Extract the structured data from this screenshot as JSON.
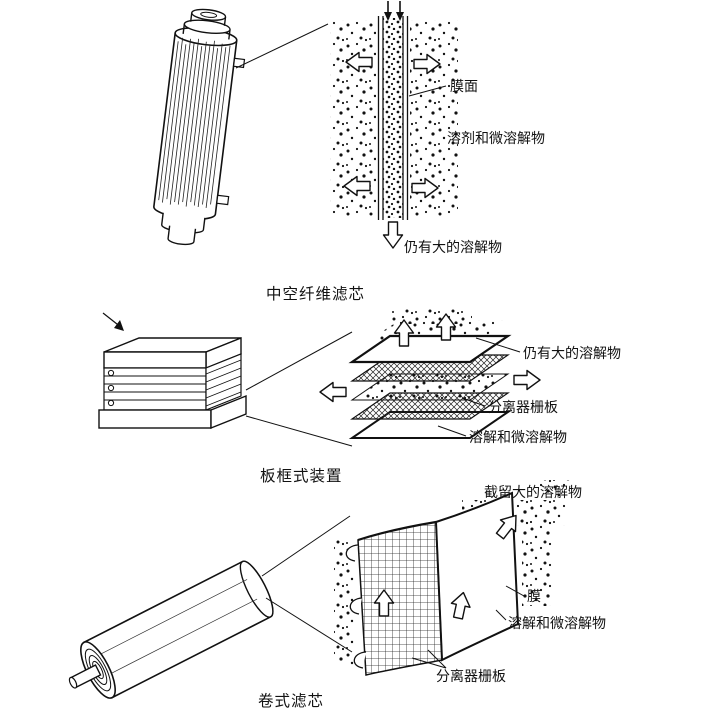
{
  "figure": {
    "sections": [
      {
        "id": "hollow_fiber",
        "caption": "中空纤维滤芯",
        "labels": {
          "membrane_surface": "膜面",
          "solvent_and_micro_solutes": "溶剂和微溶解物",
          "remaining_large_solutes": "仍有大的溶解物"
        }
      },
      {
        "id": "plate_frame",
        "caption": "板框式装置",
        "labels": {
          "remaining_large_solutes": "仍有大的溶解物",
          "separator_grid": "分离器栅板",
          "dissolved_and_micro_solutes": "溶解和微溶解物"
        }
      },
      {
        "id": "spiral_wound",
        "caption": "卷式滤芯",
        "labels": {
          "retained_large_solutes": "截留大的溶解物",
          "membrane": "膜",
          "dissolved_and_micro_solutes": "溶解和微溶解物",
          "separator_grid": "分离器栅板"
        }
      }
    ]
  }
}
